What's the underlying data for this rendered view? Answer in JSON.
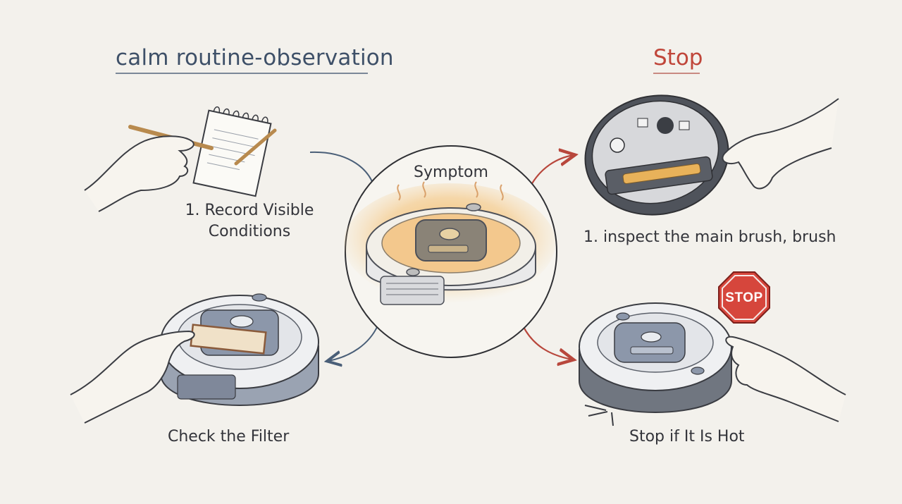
{
  "headings": {
    "left": "calm routine-observation",
    "right": "Stop"
  },
  "center": {
    "label": "Symptom"
  },
  "steps": {
    "top_left": [
      "1. Record Visible",
      "Conditions"
    ],
    "top_right": "1. inspect the main brush, brush",
    "bottom_left": "Check the Filter",
    "bottom_right": "Stop if It Is Hot"
  },
  "stop_sign": {
    "text": "STOP"
  },
  "colors": {
    "calm_accent": "#3e5068",
    "stop_accent": "#c0463a",
    "heat_glow": "#f0a640",
    "background": "#f3f1ec"
  },
  "icons": [
    "hand-writing-notepad-icon",
    "robot-vacuum-underside-icon",
    "robot-vacuum-filter-icon",
    "robot-vacuum-hot-icon",
    "stop-sign-icon"
  ]
}
